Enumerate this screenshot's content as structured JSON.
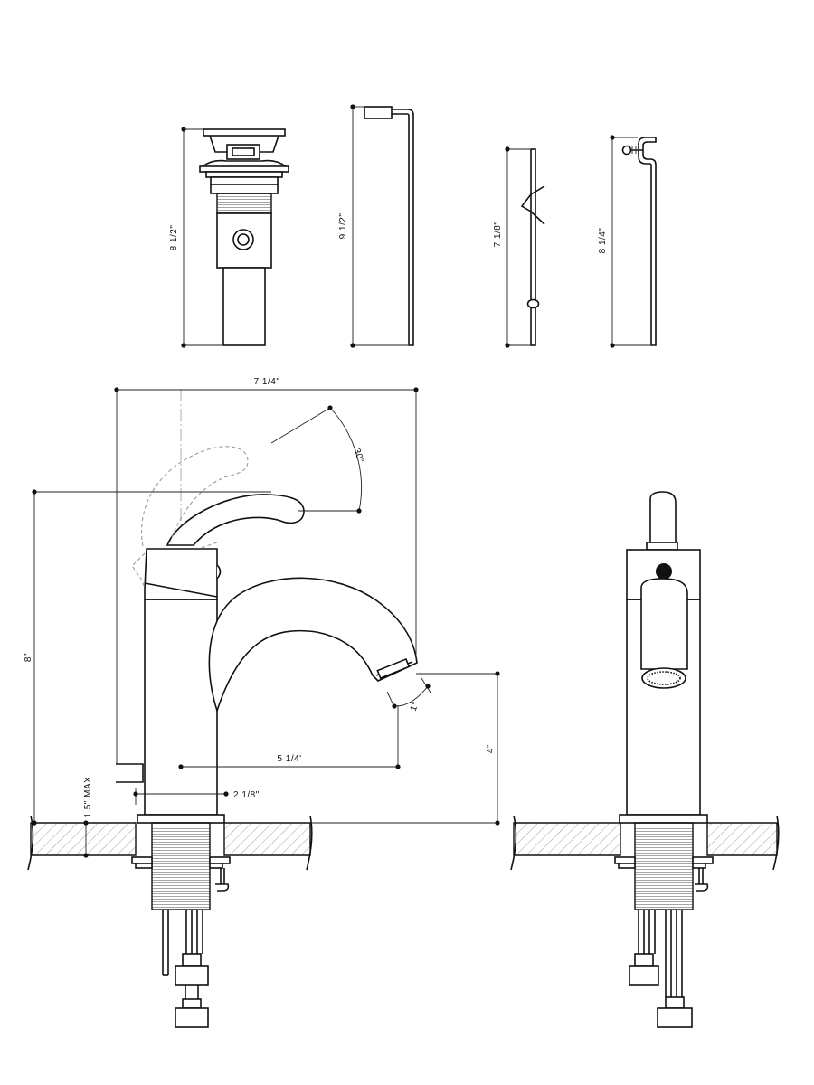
{
  "dimensions": {
    "drain_height": "8 1/2\"",
    "lift_rod_height": "9 1/2\"",
    "pivot_rod_height": "7 1/8\"",
    "clevis_strap_height": "8 1/4\"",
    "overall_reach": "7 1/4\"",
    "handle_rotation": "30°",
    "overall_height": "8\"",
    "spout_reach": "5 1/4'",
    "aerator_angle": "1°",
    "spout_clearance": "4\"",
    "base_offset": "2 1/8\"",
    "max_deck_thickness": "1.5\" MAX."
  }
}
